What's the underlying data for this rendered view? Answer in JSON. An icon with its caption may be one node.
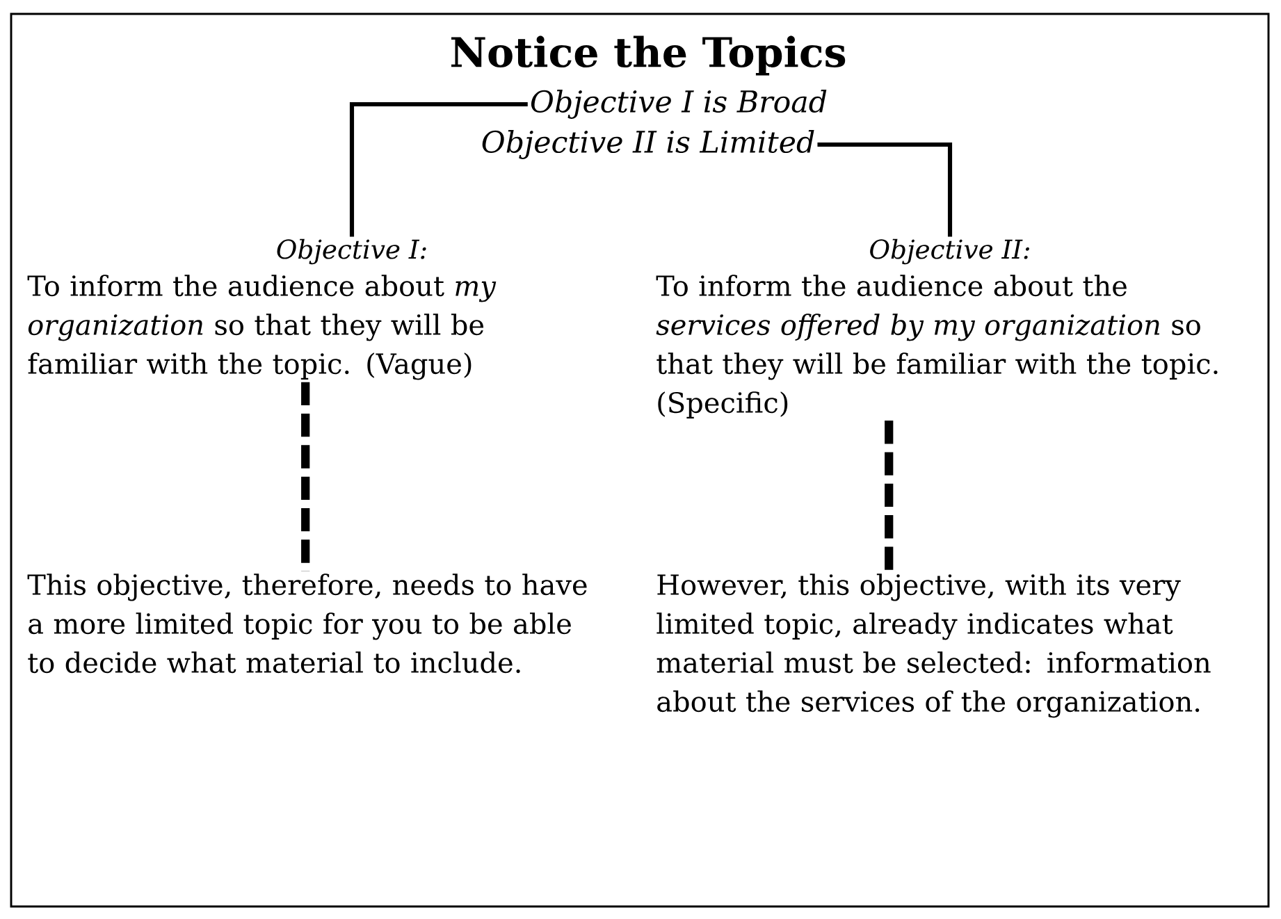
{
  "diagram": {
    "title": "Notice the Topics",
    "nodes": [
      {
        "text": [
          "Objective I is Broad"
        ]
      },
      {
        "text": [
          "Objective II is Limited"
        ]
      },
      {
        "text": [
          "Objective I:"
        ]
      },
      {
        "text": [
          "Objective II:"
        ]
      },
      {
        "text": [
          "To inform the audience about *my organization* so that they will be familiar with the topic. (Vague)"
        ]
      },
      {
        "text": [
          "To inform the audience about the *services offered by my organization* so that they will be familiar with the topic. (Specific)"
        ]
      },
      {
        "text": [
          "This objective, therefore, needs to have a more limited topic for you to be able to decide what material to include."
        ]
      },
      {
        "text": [
          "However, this objective, with its very limited topic, already indicates what material must be selected: information about the services of the organization."
        ]
      }
    ],
    "edges": [
      {
        "from": 0,
        "to": 2,
        "arrow": "none"
      },
      {
        "from": 1,
        "to": 3,
        "arrow": "none"
      },
      {
        "from": 4,
        "to": 6,
        "arrow": "none",
        "style": "dashed"
      },
      {
        "from": 5,
        "to": 7,
        "arrow": "none",
        "style": "dashed"
      }
    ]
  }
}
